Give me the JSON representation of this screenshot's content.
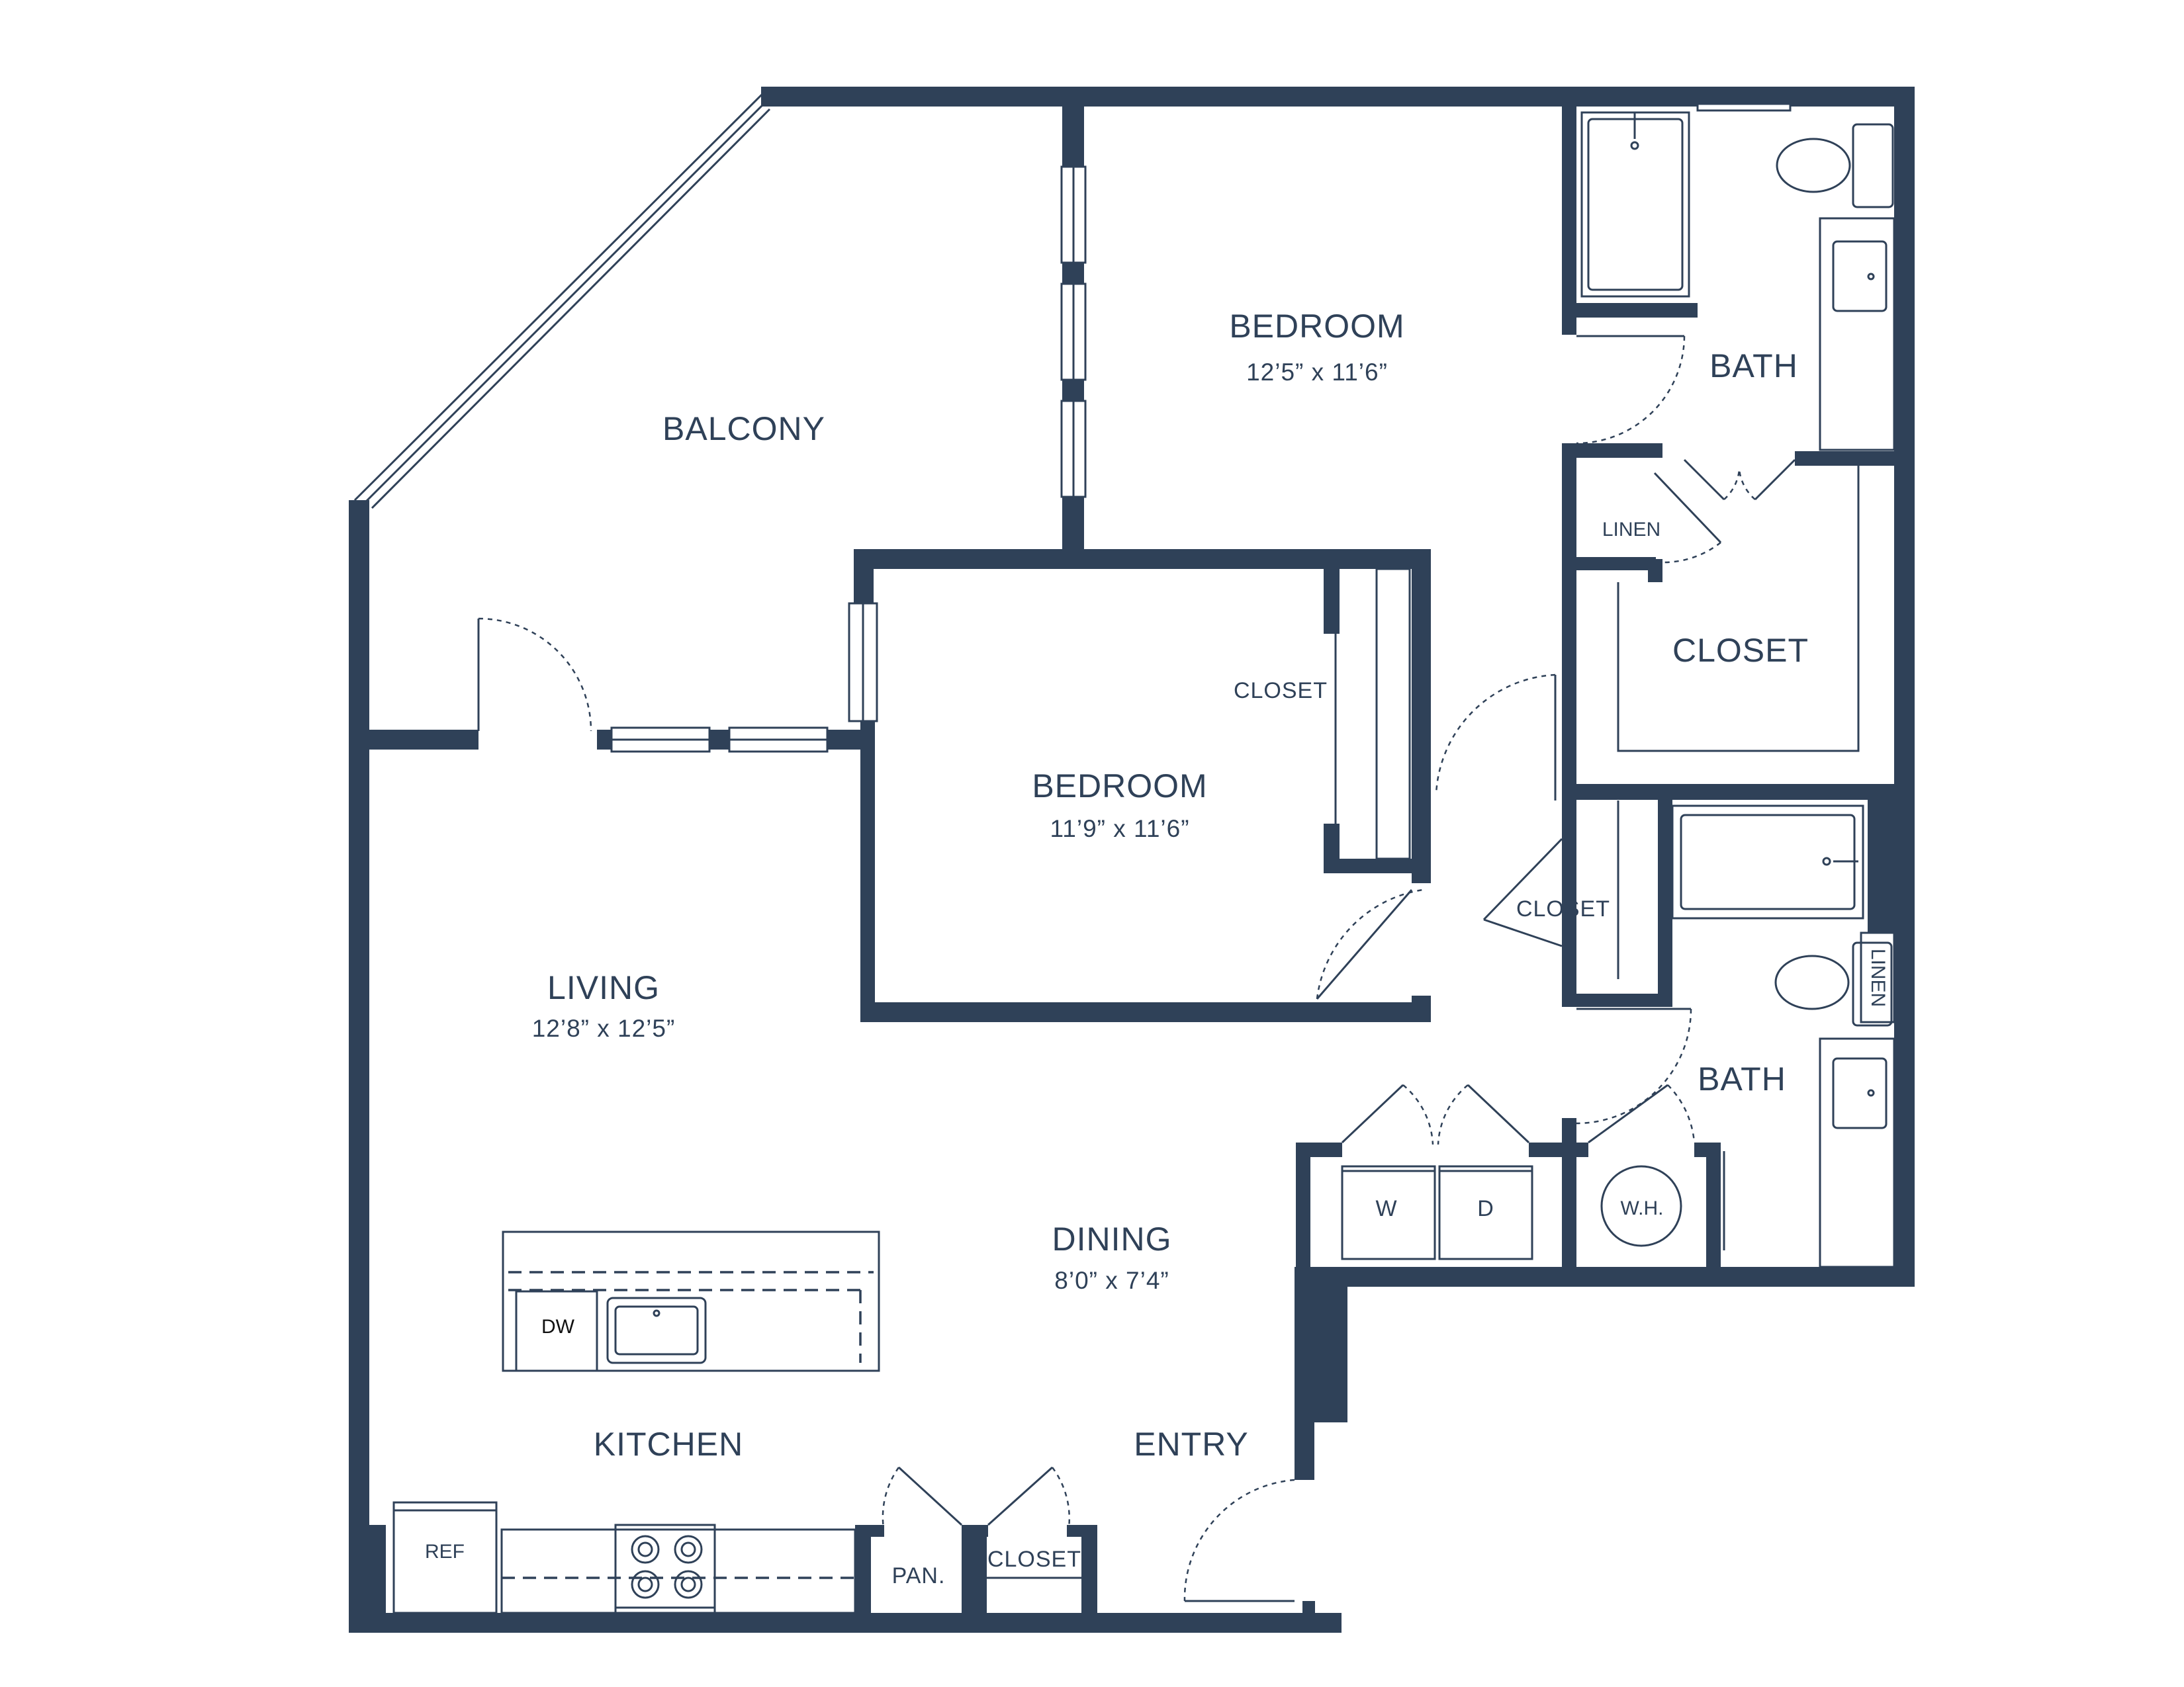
{
  "colors": {
    "wall": "#2f4158",
    "background": "#ffffff"
  },
  "rooms": {
    "balcony": {
      "name": "BALCONY"
    },
    "bedroom_main": {
      "name": "BEDROOM",
      "size": "12’5” x 11’6”"
    },
    "bath_main": {
      "name": "BATH"
    },
    "linen_main": {
      "name": "LINEN"
    },
    "closet_walkin": {
      "name": "CLOSET"
    },
    "bedroom_second": {
      "name": "BEDROOM",
      "size": "11’9” x 11’6”"
    },
    "closet_bedroom_second": {
      "name": "CLOSET"
    },
    "living": {
      "name": "LIVING",
      "size": "12’8” x 12’5”"
    },
    "closet_hall": {
      "name": "CLOSET"
    },
    "bath_second": {
      "name": "BATH"
    },
    "linen_second": {
      "name": "LINEN"
    },
    "dining": {
      "name": "DINING",
      "size": "8’0” x 7’4”"
    },
    "kitchen": {
      "name": "KITCHEN"
    },
    "entry": {
      "name": "ENTRY"
    },
    "pantry": {
      "name": "PAN."
    },
    "closet_entry": {
      "name": "CLOSET"
    }
  },
  "fixtures": {
    "washer": "W",
    "dryer": "D",
    "water_heater": "W.H.",
    "dishwasher": "DW",
    "refrigerator": "REF"
  }
}
